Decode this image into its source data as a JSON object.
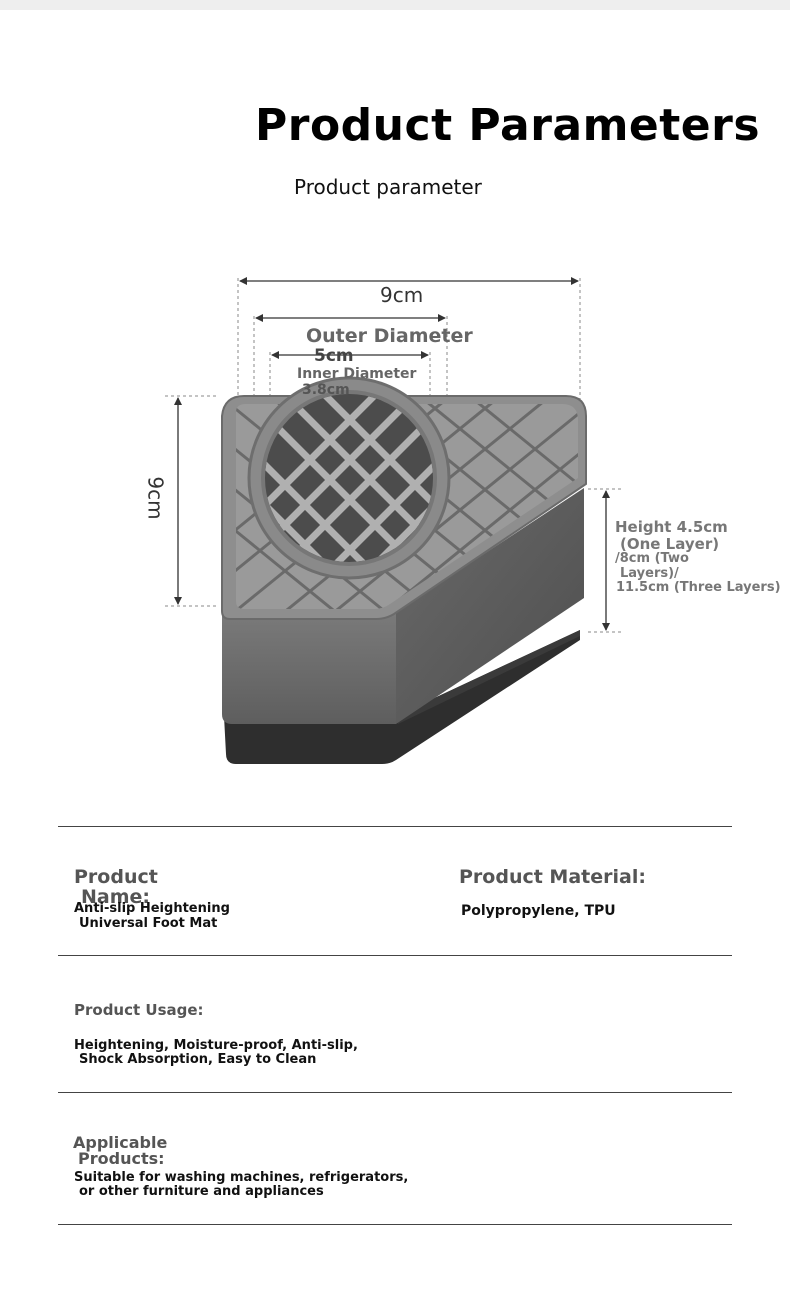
{
  "header": {
    "title": "Product Parameters",
    "subtitle": "Product parameter"
  },
  "diagram": {
    "width_top": "9cm",
    "outer_diameter_label": "Outer Diameter",
    "outer_diameter_value": "5cm",
    "inner_diameter_label": "Inner Diameter",
    "inner_diameter_value": "3.8cm",
    "width_side": "9cm",
    "height_lines": [
      "Height 4.5cm",
      "(One Layer)",
      "/8cm (Two",
      "Layers)/",
      "11.5cm (Three Layers)"
    ]
  },
  "specs": {
    "name_key_1": "Product",
    "name_key_2": "Name:",
    "name_val_1": "Anti-slip Heightening",
    "name_val_2": "Universal Foot Mat",
    "material_key": "Product Material:",
    "material_val": "Polypropylene, TPU",
    "usage_key": "Product Usage:",
    "usage_val_1": "Heightening, Moisture-proof, Anti-slip,",
    "usage_val_2": "Shock Absorption, Easy to Clean",
    "applicable_key_1": "Applicable",
    "applicable_key_2": "Products:",
    "applicable_val_1": "Suitable for washing machines, refrigerators,",
    "applicable_val_2": "or other furniture and appliances"
  }
}
